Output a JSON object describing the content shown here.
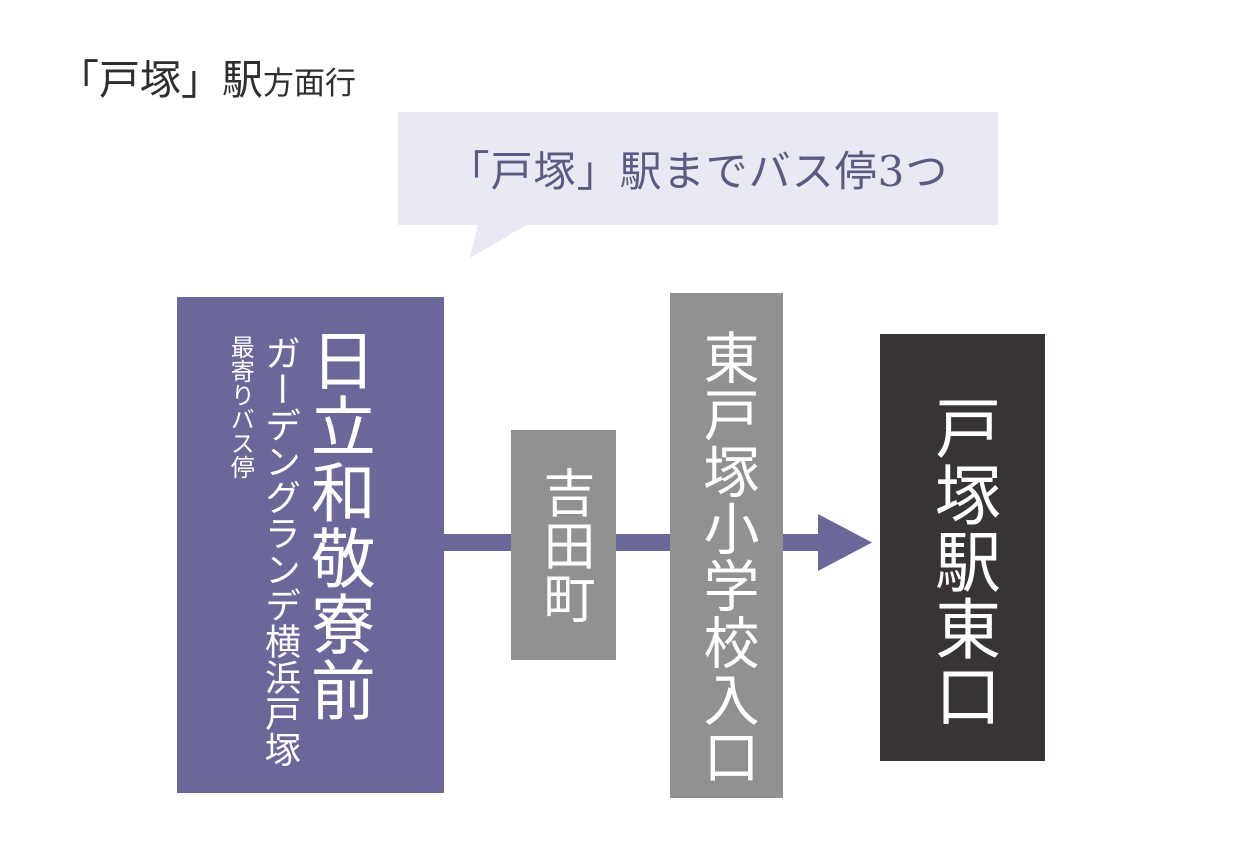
{
  "heading": {
    "big": "「戸塚」駅",
    "small": "方面行"
  },
  "callout": {
    "text": "「戸塚」駅までバス停3つ",
    "bg_color": "#e9e9f4",
    "text_color": "#5b5b82"
  },
  "arrow": {
    "color": "#6c6799",
    "direction": "right",
    "name": "route-arrow"
  },
  "stops": [
    {
      "id": "hitachi",
      "main": "日立和敬寮前",
      "sub": "ガーデングランデ横浜戸塚",
      "tag": "最寄りバス停",
      "bg_color": "#6c6799",
      "text_color": "#ffffff"
    },
    {
      "id": "yoshida",
      "main": "吉田町",
      "bg_color": "#919191",
      "text_color": "#ffffff"
    },
    {
      "id": "higashi",
      "main": "東戸塚小学校入口",
      "bg_color": "#919191",
      "text_color": "#ffffff"
    },
    {
      "id": "totsuka",
      "main": "戸塚駅東口",
      "bg_color": "#383433",
      "text_color": "#ffffff"
    }
  ]
}
